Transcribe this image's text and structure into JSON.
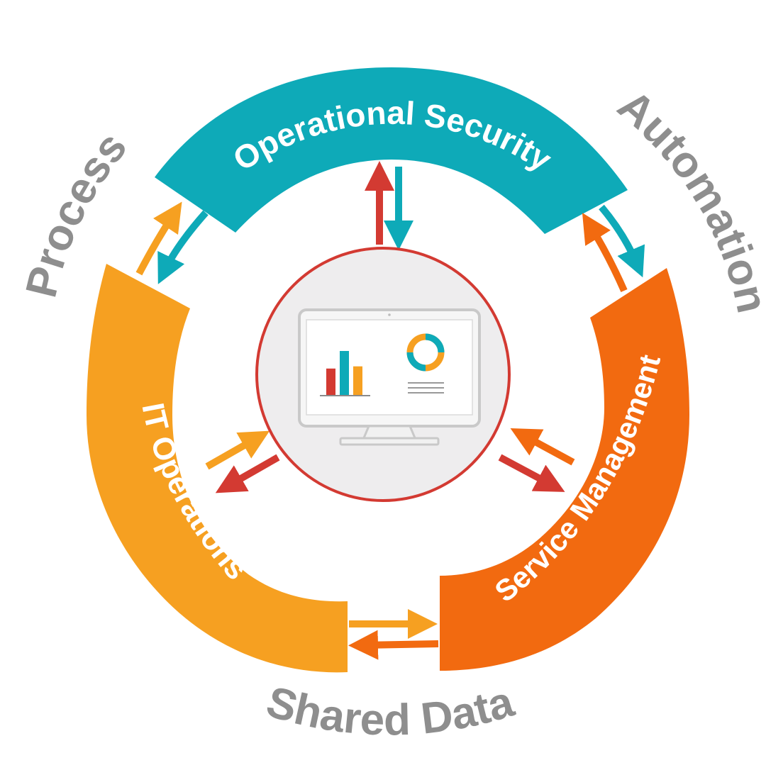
{
  "segments": {
    "security": {
      "label": "Operational Security",
      "color": "#0eaab8"
    },
    "it_ops": {
      "label": "IT Operations",
      "color": "#f6a021"
    },
    "service": {
      "label": "Service Management",
      "color": "#f26a10"
    }
  },
  "outer_labels": {
    "process": "Process",
    "automation": "Automation",
    "shared_data": "Shared Data",
    "color": "#8e8e8e"
  },
  "center": {
    "ring_color": "#d33a32",
    "bar_colors": [
      "#d33a32",
      "#0eaab8",
      "#f6a021"
    ],
    "bar_values": [
      0.6,
      1.0,
      0.65
    ],
    "donut_colors": [
      "#0eaab8",
      "#f6a021"
    ]
  },
  "arrow_colors": {
    "red": "#d33a32",
    "teal": "#0eaab8",
    "orange": "#f6a021",
    "dark_orange": "#f26a10"
  }
}
